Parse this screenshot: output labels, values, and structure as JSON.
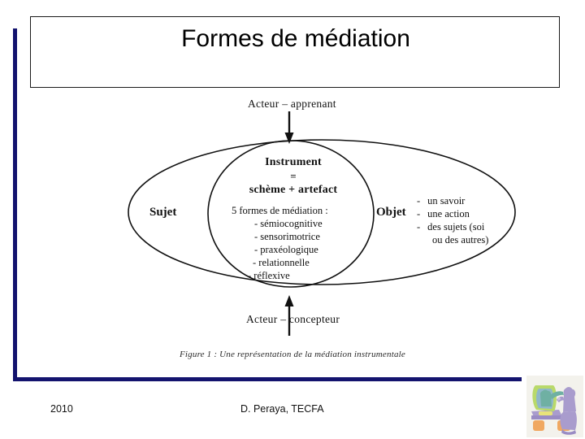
{
  "slide": {
    "title": "Formes de médiation",
    "accent_color": "#13136e",
    "background": "#ffffff"
  },
  "figure": {
    "top_actor_label": "Acteur – apprenant",
    "bottom_actor_label": "Acteur – concepteur",
    "left_node_label": "Sujet",
    "right_node_label": "Objet",
    "center": {
      "line1": "Instrument",
      "line2": "=",
      "line3": "schème + artefact",
      "list_header": "5 formes de médiation :",
      "list_items": [
        "- sémiocognitive",
        "- sensorimotrice",
        "- praxéologique",
        "- relationnelle",
        "- réflexive"
      ]
    },
    "object_items": [
      {
        "dash": "-",
        "text": "un savoir"
      },
      {
        "dash": "-",
        "text": "une action"
      },
      {
        "dash": "-",
        "text": "des sujets (soi"
      },
      {
        "dash": "",
        "text": "ou des autres)"
      }
    ],
    "caption": "Figure 1 : Une représentation de la médiation instrumentale",
    "stroke_color": "#111111"
  },
  "footer": {
    "date": "2010",
    "author": "D. Peraya, TECFA"
  },
  "clipart": {
    "name": "two-figures-at-desk-illustration",
    "colors": {
      "background": "#f3f2ec",
      "teal": "#6fb0a3",
      "green": "#b9d96a",
      "purple": "#a99ccd",
      "orange": "#f0a861",
      "yellow": "#e8e37a"
    }
  }
}
